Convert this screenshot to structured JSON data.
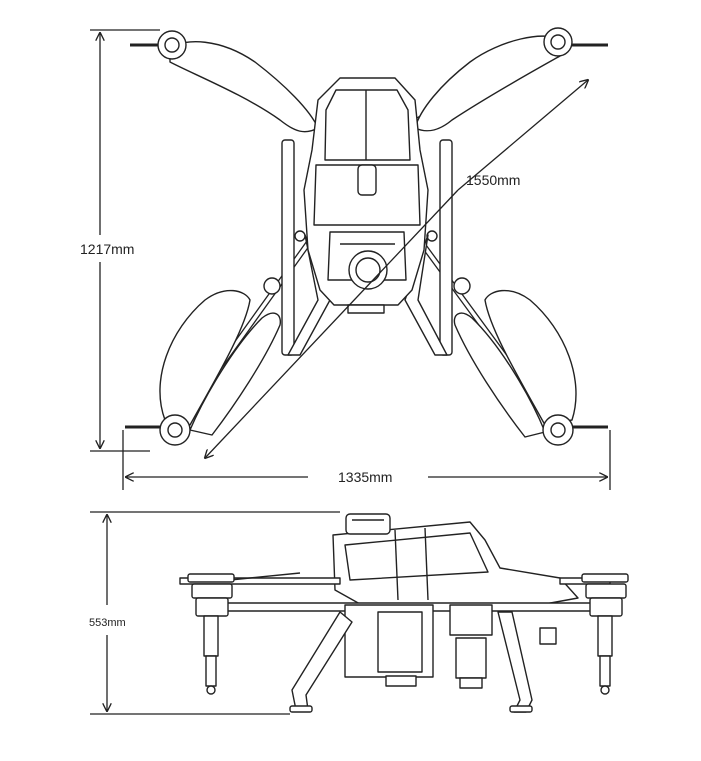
{
  "dimensions": {
    "top_height": "1217mm",
    "diagonal": "1550mm",
    "width": "1335mm",
    "side_height": "553mm"
  },
  "colors": {
    "line": "#222222",
    "background": "#ffffff"
  }
}
